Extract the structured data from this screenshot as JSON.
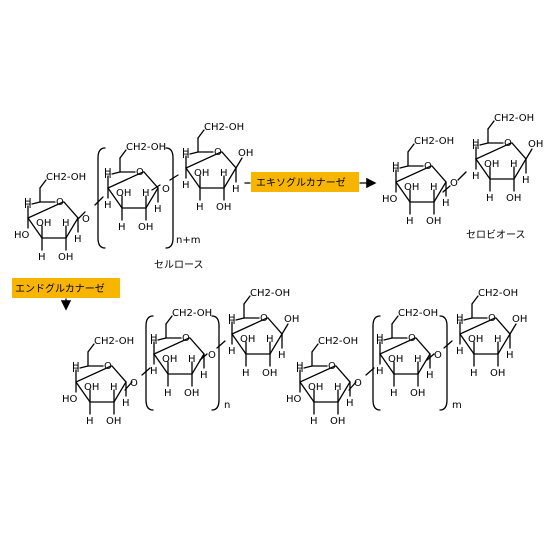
{
  "labels": {
    "ch2oh": "CH2-OH",
    "o": "O",
    "oh": "OH",
    "ho": "HO",
    "h": "H",
    "n_plus_m": "n+m",
    "n": "n",
    "m": "m"
  },
  "captions": {
    "cellulose": "セルロース",
    "cellobiose": "セロビオース"
  },
  "enzymes": {
    "exo": "エキソグルカナーゼ",
    "endo": "エンドグルカナーゼ"
  },
  "colors": {
    "enzyme_box": "#f7b500",
    "line": "#000000"
  }
}
